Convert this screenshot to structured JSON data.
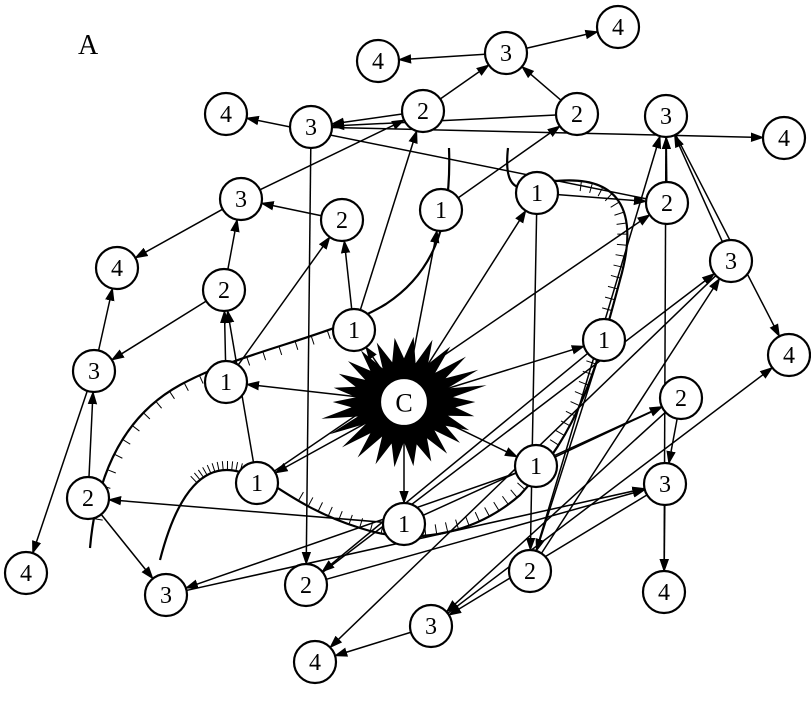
{
  "panel_label": "A",
  "center_node": {
    "id": "C",
    "label": "C"
  },
  "nodes": [
    {
      "id": "n1a",
      "label": "1"
    },
    {
      "id": "n1b",
      "label": "1"
    },
    {
      "id": "n1c",
      "label": "1"
    },
    {
      "id": "n1d",
      "label": "1"
    },
    {
      "id": "n1e",
      "label": "1"
    },
    {
      "id": "n1f",
      "label": "1"
    },
    {
      "id": "n1g",
      "label": "1"
    },
    {
      "id": "n1h",
      "label": "1"
    },
    {
      "id": "n2a",
      "label": "2"
    },
    {
      "id": "n2b",
      "label": "2"
    },
    {
      "id": "n2c",
      "label": "2"
    },
    {
      "id": "n2d",
      "label": "2"
    },
    {
      "id": "n2e",
      "label": "2"
    },
    {
      "id": "n2f",
      "label": "2"
    },
    {
      "id": "n2g",
      "label": "2"
    },
    {
      "id": "n2h",
      "label": "2"
    },
    {
      "id": "n2i",
      "label": "2"
    },
    {
      "id": "n3a",
      "label": "3"
    },
    {
      "id": "n3b",
      "label": "3"
    },
    {
      "id": "n3c",
      "label": "3"
    },
    {
      "id": "n3d",
      "label": "3"
    },
    {
      "id": "n3e",
      "label": "3"
    },
    {
      "id": "n3f",
      "label": "3"
    },
    {
      "id": "n3g",
      "label": "3"
    },
    {
      "id": "n3h",
      "label": "3"
    },
    {
      "id": "n3i",
      "label": "3"
    },
    {
      "id": "n4a",
      "label": "4"
    },
    {
      "id": "n4b",
      "label": "4"
    },
    {
      "id": "n4c",
      "label": "4"
    },
    {
      "id": "n4d",
      "label": "4"
    },
    {
      "id": "n4e",
      "label": "4"
    },
    {
      "id": "n4f",
      "label": "4"
    },
    {
      "id": "n4g",
      "label": "4"
    },
    {
      "id": "n4h",
      "label": "4"
    },
    {
      "id": "n4i",
      "label": "4"
    }
  ],
  "edges": [
    [
      "C",
      "n1a"
    ],
    [
      "C",
      "n1b"
    ],
    [
      "C",
      "n1c"
    ],
    [
      "C",
      "n1d"
    ],
    [
      "C",
      "n1e"
    ],
    [
      "C",
      "n1f"
    ],
    [
      "C",
      "n1g"
    ],
    [
      "C",
      "n1h"
    ],
    [
      "n1a",
      "n2c"
    ],
    [
      "n1a",
      "n2b"
    ],
    [
      "n1b",
      "n2b"
    ],
    [
      "n1b",
      "n2a"
    ],
    [
      "n1c",
      "n2h"
    ],
    [
      "n1d",
      "n2d"
    ],
    [
      "n1d",
      "n2f"
    ],
    [
      "n1e",
      "n2g"
    ],
    [
      "n1e",
      "n2f"
    ],
    [
      "n1f",
      "n2e"
    ],
    [
      "n1f",
      "n3i"
    ],
    [
      "n1g",
      "n2i"
    ],
    [
      "n1g",
      "n2e"
    ],
    [
      "n1h",
      "n2a"
    ],
    [
      "n1h",
      "n2d"
    ],
    [
      "n2a",
      "n3b"
    ],
    [
      "n2a",
      "n3a"
    ],
    [
      "n2b",
      "n3b"
    ],
    [
      "n2c",
      "n3c"
    ],
    [
      "n2c",
      "n3d"
    ],
    [
      "n2d",
      "n3e"
    ],
    [
      "n2d",
      "n4c"
    ],
    [
      "n2e",
      "n3h"
    ],
    [
      "n2e",
      "n3g"
    ],
    [
      "n2f",
      "n3f"
    ],
    [
      "n2f",
      "n3e"
    ],
    [
      "n2g",
      "n3g"
    ],
    [
      "n2g",
      "n3f"
    ],
    [
      "n2h",
      "n3c"
    ],
    [
      "n2h",
      "n3d"
    ],
    [
      "n2i",
      "n3i"
    ],
    [
      "n2i",
      "n3a"
    ],
    [
      "n3a",
      "n4a"
    ],
    [
      "n3a",
      "n4b"
    ],
    [
      "n3b",
      "n4a"
    ],
    [
      "n3b",
      "n2c"
    ],
    [
      "n3c",
      "n4d"
    ],
    [
      "n3c",
      "n4e"
    ],
    [
      "n3d",
      "n4f"
    ],
    [
      "n3d",
      "n2g"
    ],
    [
      "n3e",
      "n4g"
    ],
    [
      "n3e",
      "n4h"
    ],
    [
      "n3f",
      "n4i"
    ],
    [
      "n3f",
      "n3e"
    ],
    [
      "n3g",
      "n4h"
    ],
    [
      "n3g",
      "n3h"
    ],
    [
      "n3h",
      "n4g"
    ],
    [
      "n3h",
      "n4i"
    ],
    [
      "n3i",
      "n3g"
    ]
  ]
}
